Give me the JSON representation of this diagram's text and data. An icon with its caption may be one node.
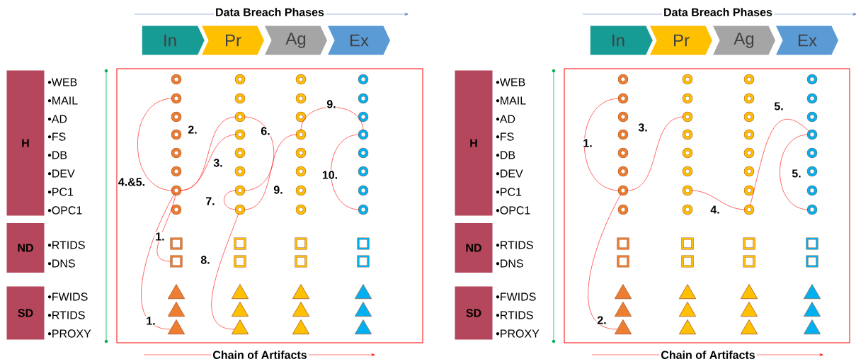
{
  "diagram": {
    "nodes": [
      {
        "text": [
          "In"
        ]
      },
      {
        "text": [
          "Pr"
        ]
      },
      {
        "text": [
          "Ag"
        ]
      },
      {
        "text": [
          "Ex"
        ]
      },
      {
        "text": [
          "H"
        ],
        "beside": [
          "•WEB",
          "•MAIL",
          "•AD",
          "•FS",
          "•DB",
          "•DEV",
          "•PC1",
          "•OPC1"
        ]
      },
      {
        "text": [
          "ND"
        ],
        "beside": [
          "•RTIDS",
          "•DNS"
        ]
      },
      {
        "text": [
          "SD"
        ],
        "beside": [
          "•FWIDS",
          "•RTIDS",
          "•PROXY"
        ]
      },
      {
        "text": [],
        "shape": "circle"
      },
      {
        "text": [],
        "shape": "circle"
      },
      {
        "text": [],
        "shape": "circle"
      },
      {
        "text": [],
        "shape": "circle"
      },
      {
        "text": [],
        "shape": "circle"
      },
      {
        "text": [],
        "shape": "circle"
      },
      {
        "text": [],
        "shape": "circle"
      },
      {
        "text": [],
        "shape": "circle"
      },
      {
        "text": [],
        "shape": "circle"
      },
      {
        "text": [],
        "shape": "circle"
      },
      {
        "text": [],
        "shape": "circle"
      },
      {
        "text": [],
        "shape": "circle"
      },
      {
        "text": [],
        "shape": "circle"
      },
      {
        "text": [],
        "shape": "circle"
      },
      {
        "text": [],
        "shape": "circle"
      },
      {
        "text": [],
        "shape": "circle"
      },
      {
        "text": [],
        "shape": "circle"
      },
      {
        "text": [],
        "shape": "circle"
      },
      {
        "text": [],
        "shape": "circle"
      },
      {
        "text": [],
        "shape": "circle"
      },
      {
        "text": [],
        "shape": "circle"
      },
      {
        "text": [],
        "shape": "circle"
      },
      {
        "text": [],
        "shape": "circle"
      },
      {
        "text": [],
        "shape": "circle"
      },
      {
        "text": [],
        "shape": "circle"
      },
      {
        "text": [],
        "shape": "circle"
      },
      {
        "text": [],
        "shape": "circle"
      },
      {
        "text": [],
        "shape": "circle"
      },
      {
        "text": [],
        "shape": "circle"
      },
      {
        "text": [],
        "shape": "circle"
      },
      {
        "text": [],
        "shape": "circle"
      },
      {
        "text": [],
        "shape": "circle"
      },
      {
        "text": [],
        "shape": "box"
      },
      {
        "text": [],
        "shape": "box"
      },
      {
        "text": [],
        "shape": "box"
      },
      {
        "text": [],
        "shape": "box"
      },
      {
        "text": [],
        "shape": "box"
      },
      {
        "text": [],
        "shape": "box"
      },
      {
        "text": [],
        "shape": "box"
      },
      {
        "text": [],
        "shape": "box"
      },
      {
        "text": [],
        "shape": "triangle"
      },
      {
        "text": [],
        "shape": "triangle"
      },
      {
        "text": [],
        "shape": "triangle"
      },
      {
        "text": [],
        "shape": "triangle"
      },
      {
        "text": [],
        "shape": "triangle"
      },
      {
        "text": [],
        "shape": "triangle"
      },
      {
        "text": [],
        "shape": "triangle"
      },
      {
        "text": [],
        "shape": "triangle"
      },
      {
        "text": [],
        "shape": "triangle"
      },
      {
        "text": [],
        "shape": "triangle"
      },
      {
        "text": [],
        "shape": "triangle"
      },
      {
        "text": [],
        "shape": "triangle"
      },
      {
        "text": [
          "In"
        ]
      },
      {
        "text": [
          "Pr"
        ]
      },
      {
        "text": [
          "Ag"
        ]
      },
      {
        "text": [
          "Ex"
        ]
      },
      {
        "text": [
          "H"
        ],
        "beside": [
          "•WEB",
          "•MAIL",
          "•AD",
          "•FS",
          "•DB",
          "•DEV",
          "•PC1",
          "•OPC1"
        ]
      },
      {
        "text": [
          "ND"
        ],
        "beside": [
          "•RTIDS",
          "•DNS"
        ]
      },
      {
        "text": [
          "SD"
        ],
        "beside": [
          "•FWIDS",
          "•RTIDS",
          "•PROXY"
        ]
      },
      {
        "text": [],
        "shape": "circle"
      },
      {
        "text": [],
        "shape": "circle"
      },
      {
        "text": [],
        "shape": "circle"
      },
      {
        "text": [],
        "shape": "circle"
      },
      {
        "text": [],
        "shape": "circle"
      },
      {
        "text": [],
        "shape": "circle"
      },
      {
        "text": [],
        "shape": "circle"
      },
      {
        "text": [],
        "shape": "circle"
      },
      {
        "text": [],
        "shape": "circle"
      },
      {
        "text": [],
        "shape": "circle"
      },
      {
        "text": [],
        "shape": "circle"
      },
      {
        "text": [],
        "shape": "circle"
      },
      {
        "text": [],
        "shape": "circle"
      },
      {
        "text": [],
        "shape": "circle"
      },
      {
        "text": [],
        "shape": "circle"
      },
      {
        "text": [],
        "shape": "circle"
      },
      {
        "text": [],
        "shape": "circle"
      },
      {
        "text": [],
        "shape": "circle"
      },
      {
        "text": [],
        "shape": "circle"
      },
      {
        "text": [],
        "shape": "circle"
      },
      {
        "text": [],
        "shape": "circle"
      },
      {
        "text": [],
        "shape": "circle"
      },
      {
        "text": [],
        "shape": "circle"
      },
      {
        "text": [],
        "shape": "circle"
      },
      {
        "text": [],
        "shape": "circle"
      },
      {
        "text": [],
        "shape": "circle"
      },
      {
        "text": [],
        "shape": "circle"
      },
      {
        "text": [],
        "shape": "circle"
      },
      {
        "text": [],
        "shape": "circle"
      },
      {
        "text": [],
        "shape": "circle"
      },
      {
        "text": [],
        "shape": "circle"
      },
      {
        "text": [],
        "shape": "circle"
      },
      {
        "text": [],
        "shape": "box"
      },
      {
        "text": [],
        "shape": "box"
      },
      {
        "text": [],
        "shape": "box"
      },
      {
        "text": [],
        "shape": "box"
      },
      {
        "text": [],
        "shape": "box"
      },
      {
        "text": [],
        "shape": "box"
      },
      {
        "text": [],
        "shape": "box"
      },
      {
        "text": [],
        "shape": "box"
      },
      {
        "text": [],
        "shape": "triangle"
      },
      {
        "text": [],
        "shape": "triangle"
      },
      {
        "text": [],
        "shape": "triangle"
      },
      {
        "text": [],
        "shape": "triangle"
      },
      {
        "text": [],
        "shape": "triangle"
      },
      {
        "text": [],
        "shape": "triangle"
      },
      {
        "text": [],
        "shape": "triangle"
      },
      {
        "text": [],
        "shape": "triangle"
      },
      {
        "text": [],
        "shape": "triangle"
      },
      {
        "text": [],
        "shape": "triangle"
      },
      {
        "text": [],
        "shape": "triangle"
      },
      {
        "text": [],
        "shape": "triangle"
      }
    ],
    "edges": [
      {
        "from": 11,
        "to": 31,
        "arrow": "none",
        "label": "4.&5."
      },
      {
        "from": 31,
        "to": 16,
        "arrow": "none",
        "label": "2."
      },
      {
        "from": 31,
        "to": 20,
        "arrow": "none",
        "label": "3."
      },
      {
        "from": 16,
        "to": 32,
        "arrow": "none",
        "label": "6."
      },
      {
        "from": 32,
        "to": 36,
        "arrow": "none",
        "label": "7."
      },
      {
        "from": 36,
        "to": 21,
        "arrow": "none",
        "label": "9."
      },
      {
        "from": 21,
        "to": 22,
        "arrow": "none",
        "label": "9."
      },
      {
        "from": 22,
        "to": 38,
        "arrow": "none",
        "label": "10."
      },
      {
        "from": 31,
        "to": 43,
        "arrow": "none",
        "label": "1."
      },
      {
        "from": 31,
        "to": 55,
        "arrow": "none",
        "label": "1."
      },
      {
        "from": 36,
        "to": 56,
        "arrow": "none",
        "label": "8."
      },
      {
        "from": 70,
        "to": 90,
        "arrow": "none",
        "label": "1."
      },
      {
        "from": 90,
        "to": 75,
        "arrow": "none",
        "label": "3."
      },
      {
        "from": 90,
        "to": 114,
        "arrow": "none",
        "label": "2."
      },
      {
        "from": 91,
        "to": 96,
        "arrow": "none",
        "label": "4."
      },
      {
        "from": 96,
        "to": 81,
        "arrow": "none",
        "label": "5."
      },
      {
        "from": 81,
        "to": 97,
        "arrow": "none",
        "label": "5."
      }
    ],
    "labels": [
      "Data Breach Phases",
      "Chain of Artifacts",
      "Data Breach Phases",
      "Chain of Artifacts"
    ]
  }
}
